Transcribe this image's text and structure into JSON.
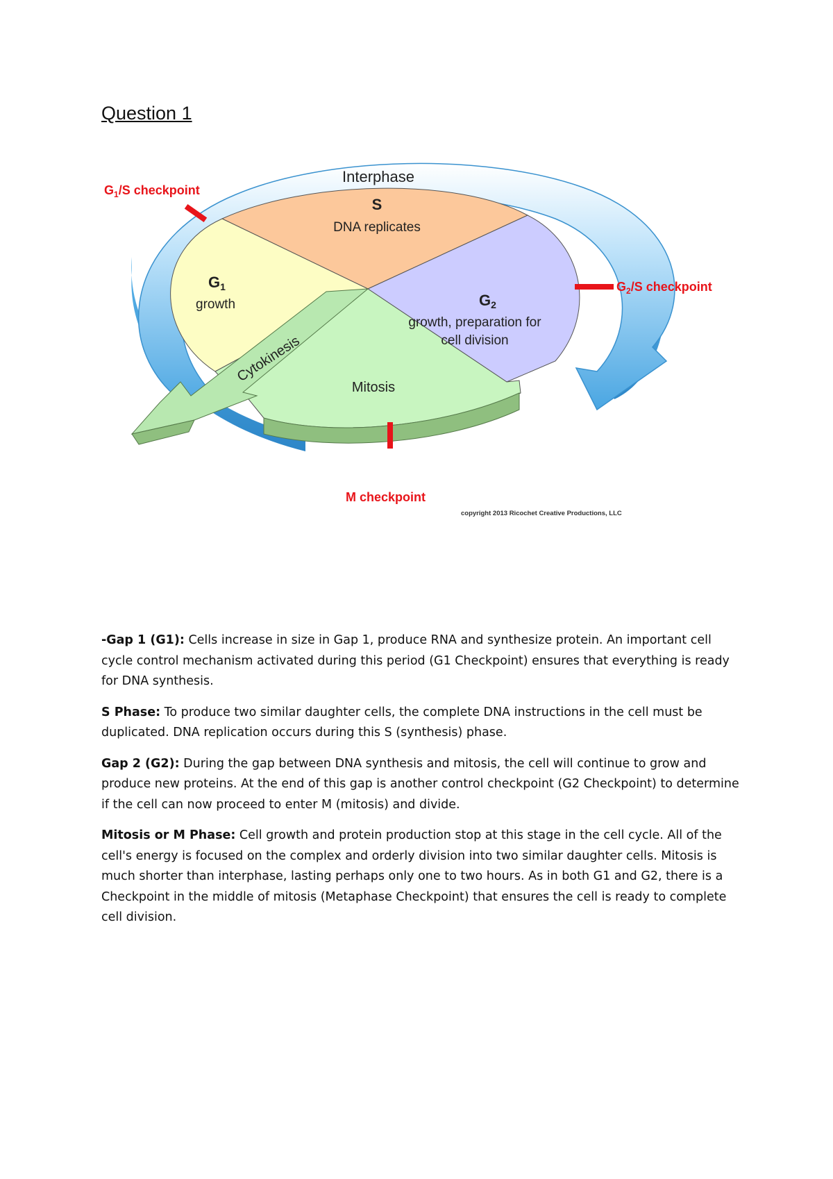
{
  "heading": "Question 1",
  "diagram": {
    "interphase_label": "Interphase",
    "s_title": "S",
    "s_desc": "DNA replicates",
    "g1_title": "G",
    "g1_sub": "1",
    "g1_desc": "growth",
    "g2_title": "G",
    "g2_sub": "2",
    "g2_desc_line1": "growth, preparation for",
    "g2_desc_line2": "cell division",
    "mitosis_label": "Mitosis",
    "cytokinesis_label": "Cytokinesis",
    "g1s_checkpoint_a": "G",
    "g1s_checkpoint_sub": "1",
    "g1s_checkpoint_b": "/S checkpoint",
    "g2s_checkpoint_a": "G",
    "g2s_checkpoint_sub": "2",
    "g2s_checkpoint_b": "/S checkpoint",
    "m_checkpoint": "M checkpoint",
    "copyright": "copyright 2013 Ricochet Creative Productions, LLC",
    "colors": {
      "s_phase": "#fcc89b",
      "g1_phase": "#fdfdc4",
      "g2_phase": "#ccccff",
      "mitosis": "#c8f5c0",
      "ring": "#5ab4ea",
      "checkpoint": "#e8141a"
    }
  },
  "paragraphs": [
    {
      "label": "-Gap 1 (G1):",
      "text": " Cells increase in size in Gap 1, produce RNA and synthesize protein. An important cell cycle control mechanism activated during this period (G1 Checkpoint) ensures that everything is ready for DNA synthesis."
    },
    {
      "label": "S Phase:",
      "text": " To produce two similar daughter cells, the complete DNA instructions in the cell must be duplicated. DNA replication occurs during this S (synthesis) phase."
    },
    {
      "label": "Gap 2 (G2):",
      "text": " During the gap between DNA synthesis and mitosis, the cell will continue to grow and produce new proteins. At the end of this gap is another control checkpoint (G2 Checkpoint) to determine if the cell can now proceed to enter M (mitosis) and divide."
    },
    {
      "label": "Mitosis or M Phase:",
      "text": " Cell growth and protein production stop at this stage in the cell cycle. All of the cell's energy is focused on the complex and orderly division into two similar daughter cells. Mitosis is much shorter than interphase, lasting perhaps only one to two hours. As in both G1 and G2, there is a Checkpoint in the middle of mitosis (Metaphase Checkpoint) that ensures the cell is ready to complete cell division."
    }
  ]
}
